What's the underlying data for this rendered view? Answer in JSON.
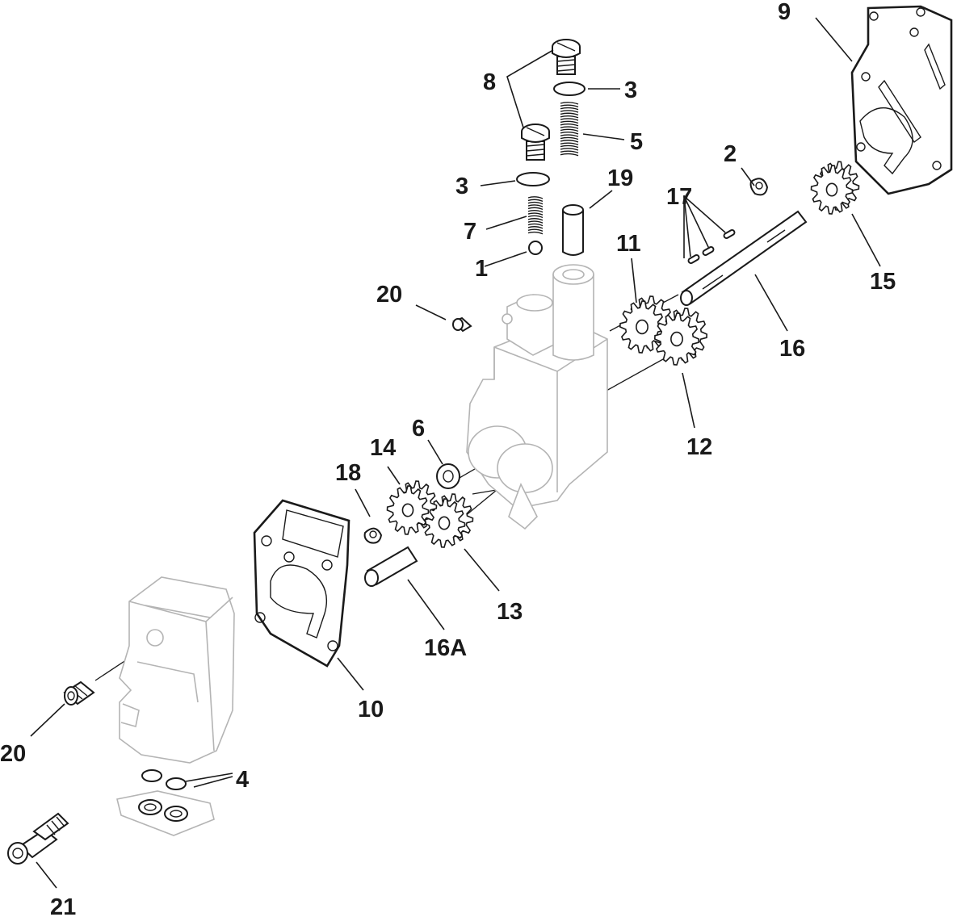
{
  "diagram": {
    "labels": {
      "l1": "1",
      "l2": "2",
      "l3a": "3",
      "l3b": "3",
      "l4": "4",
      "l5": "5",
      "l6": "6",
      "l7": "7",
      "l8": "8",
      "l9": "9",
      "l10": "10",
      "l11": "11",
      "l12": "12",
      "l13": "13",
      "l14": "14",
      "l15": "15",
      "l16": "16",
      "l16a": "16A",
      "l17": "17",
      "l18": "18",
      "l19": "19",
      "l20a": "20",
      "l20b": "20",
      "l21": "21"
    }
  }
}
